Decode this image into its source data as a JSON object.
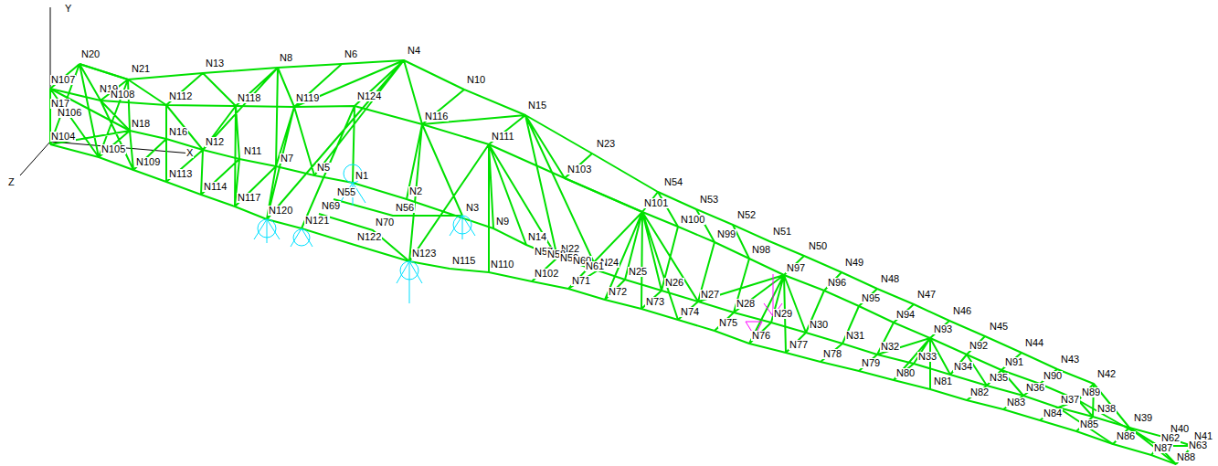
{
  "diagram": {
    "labels": [
      "Y",
      "Z",
      "X",
      "N20",
      "N21",
      "N13",
      "N8",
      "N6",
      "N4",
      "N10",
      "N15",
      "N23",
      "N54",
      "N53",
      "N52",
      "N51",
      "N50",
      "N49",
      "N48",
      "N47",
      "N46",
      "N45",
      "N44",
      "N43",
      "N42",
      "N107",
      "N19",
      "N108",
      "N17",
      "N106",
      "N104",
      "N105",
      "N18",
      "N16",
      "N112",
      "N109",
      "N113",
      "N12",
      "N118",
      "N11",
      "N119",
      "N124",
      "N114",
      "N117",
      "N7",
      "N5",
      "N1",
      "N55",
      "N69",
      "N120",
      "N121",
      "N56",
      "N70",
      "N2",
      "N122",
      "N116",
      "N111",
      "N123",
      "N3",
      "N9",
      "N115",
      "N110",
      "N14",
      "N103",
      "N22",
      "N57",
      "N58",
      "N59",
      "N60",
      "N24",
      "N61",
      "N102",
      "N71",
      "N72",
      "N25",
      "N101",
      "N100",
      "N99",
      "N98",
      "N97",
      "N26",
      "N73",
      "N27",
      "N74",
      "N28",
      "N75",
      "N29",
      "N76",
      "N30",
      "N77",
      "N96",
      "N95",
      "N31",
      "N78",
      "N94",
      "N32",
      "N79",
      "N93",
      "N33",
      "N80",
      "N92",
      "N34",
      "N81",
      "N91",
      "N35",
      "N82",
      "N90",
      "N36",
      "N83",
      "N89",
      "N37",
      "N84",
      "N38",
      "N85",
      "N39",
      "N86",
      "N40",
      "N41",
      "N62",
      "N63",
      "N87",
      "N88"
    ]
  }
}
